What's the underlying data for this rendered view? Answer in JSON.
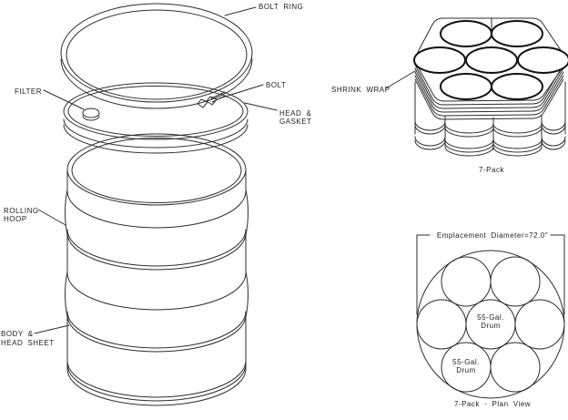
{
  "diagram": {
    "background": "#ffffff",
    "line_color": "#2d2d2d",
    "bold_line_color": "#111111",
    "text_color": "#222222",
    "exploded_drum": {
      "labels": {
        "bolt_ring": "BOLT RING",
        "filter": "FILTER",
        "bolt": "BOLT",
        "head_gasket_line1": "HEAD &",
        "head_gasket_line2": "GASKET",
        "rolling_hoop_line1": "ROLLING",
        "rolling_hoop_line2": "HOOP",
        "body_head_sheet_line1": "BODY &",
        "body_head_sheet_line2": "HEAD SHEET"
      }
    },
    "seven_pack_iso": {
      "shrink_wrap_label": "SHRINK WRAP",
      "caption": "7-Pack"
    },
    "seven_pack_plan": {
      "dimension_label": "Emplacement Diameter=72.0\"",
      "center_drum_label_line1": "55-Gal.",
      "center_drum_label_line2": "Drum",
      "bottom_drum_label_line1": "55-Gal.",
      "bottom_drum_label_line2": "Drum",
      "caption": "7-Pack - Plan View"
    }
  }
}
